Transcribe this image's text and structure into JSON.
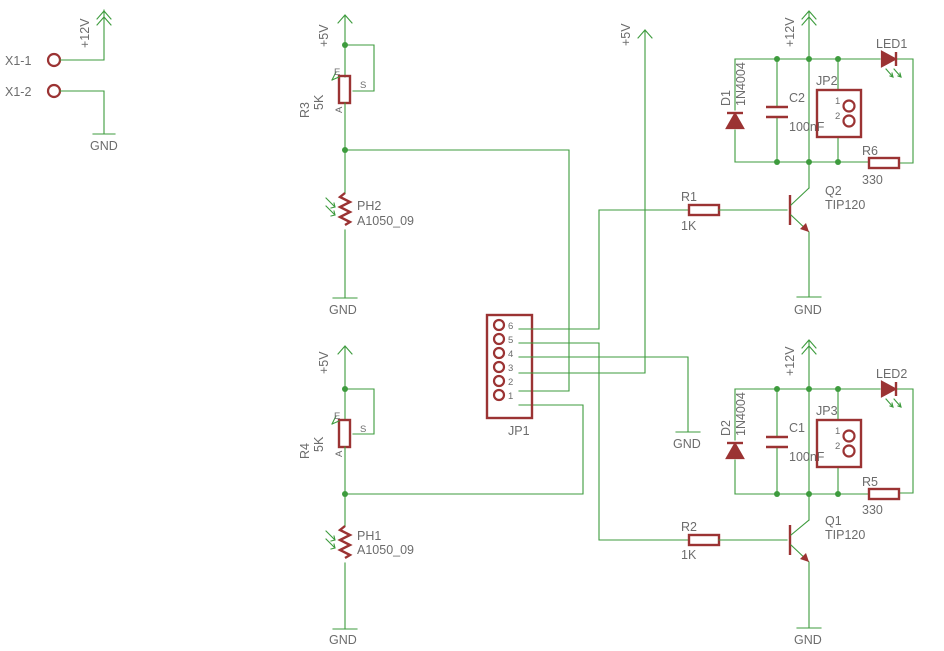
{
  "supplies": {
    "v12": "+12V",
    "v5": "+5V",
    "gnd": "GND"
  },
  "connectors": {
    "x1_1": "X1-1",
    "x1_2": "X1-2",
    "jp1": "JP1",
    "jp1_pins": [
      "6",
      "5",
      "4",
      "3",
      "2",
      "1"
    ],
    "jp2": "JP2",
    "jp3": "JP3",
    "jp_pins": [
      "1",
      "2"
    ]
  },
  "pots": {
    "r3": {
      "name": "R3",
      "value": "5K"
    },
    "r4": {
      "name": "R4",
      "value": "5K"
    },
    "pin_e": "E",
    "pin_a": "A",
    "pin_s": "S"
  },
  "photoresistors": {
    "ph2": {
      "name": "PH2",
      "value": "A1050_09"
    },
    "ph1": {
      "name": "PH1",
      "value": "A1050_09"
    }
  },
  "resistors": {
    "r1": {
      "name": "R1",
      "value": "1K"
    },
    "r2": {
      "name": "R2",
      "value": "1K"
    },
    "r5": {
      "name": "R5",
      "value": "330"
    },
    "r6": {
      "name": "R6",
      "value": "330"
    }
  },
  "diodes": {
    "d1": {
      "name": "D1",
      "value": "1N4004"
    },
    "d2": {
      "name": "D2",
      "value": "1N4004"
    }
  },
  "capacitors": {
    "c1": {
      "name": "C1",
      "value": "100nF"
    },
    "c2": {
      "name": "C2",
      "value": "100nF"
    }
  },
  "transistors": {
    "q1": {
      "name": "Q1",
      "value": "TIP120"
    },
    "q2": {
      "name": "Q2",
      "value": "TIP120"
    }
  },
  "leds": {
    "led1": "LED1",
    "led2": "LED2"
  },
  "colors": {
    "wire": "#3d9b3d",
    "component": "#9b3333",
    "label": "#6c6c6c",
    "background": "#ffffff"
  }
}
